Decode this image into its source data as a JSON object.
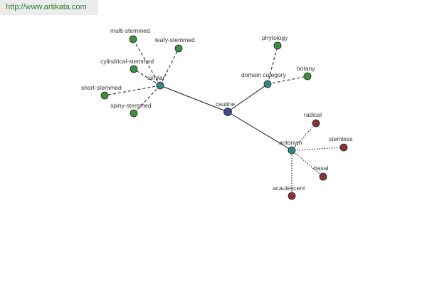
{
  "watermark": "http://www.artikata.com",
  "colors": {
    "center": "#3a4a8a",
    "hub": "#2f8a86",
    "green": "#3f8f3f",
    "red": "#8b3535"
  },
  "nodes": {
    "center": "cauline",
    "similar": "similar",
    "domain": "domain category",
    "antonym": "antonym",
    "multi": "multi-stemmed",
    "leafy": "leafy-stemmed",
    "cylindrical": "cylindrical-stemmed",
    "short": "short-stemmed",
    "spiny": "spiny-stemmed",
    "phytology": "phytology",
    "botany": "botany",
    "radical": "radical",
    "stemless": "stemless",
    "basal": "basal",
    "acaulescent": "acaulescent"
  }
}
